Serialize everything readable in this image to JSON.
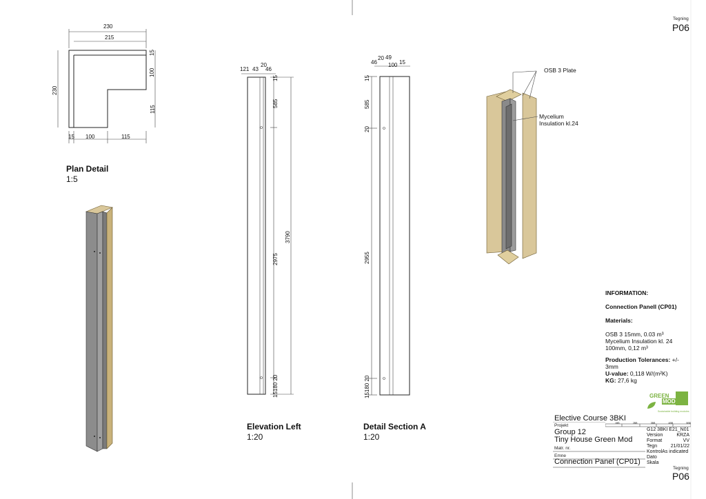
{
  "sheet": {
    "tegning_label": "Tegning",
    "tegning_value": "P06"
  },
  "views": {
    "plan": {
      "title": "Plan Detail",
      "scale": "1:5",
      "dims": {
        "top_outer": "230",
        "top_inner": "215",
        "left_total": "230",
        "right_a": "15",
        "right_b": "100",
        "right_c": "115",
        "bottom_a": "15",
        "bottom_b": "100",
        "bottom_c": "115"
      }
    },
    "elevation": {
      "title": "Elevation Left",
      "scale": "1:20",
      "dims": {
        "top_121": "121",
        "top_43": "43",
        "top_20": "20",
        "top_46": "46",
        "v_15": "15",
        "v_585": "585",
        "v_2975": "2975",
        "v_3790": "3790",
        "v_bottom": "15180 20"
      }
    },
    "section": {
      "title": "Detail Section A",
      "scale": "1:20",
      "dims": {
        "top_46": "46",
        "top_20": "20",
        "top_49": "49",
        "top_100": "100",
        "top_15": "15",
        "v_15": "15",
        "v_585": "585",
        "v_20": "20",
        "v_2955": "2955",
        "v_bottom": "15180 20"
      }
    },
    "iso": {
      "label_osb": "OSB 3 Plate",
      "label_mycelium_1": "Mycelium",
      "label_mycelium_2": "Insulation kl.24"
    }
  },
  "information": {
    "heading": "INFORMATION:",
    "panel": "Connection Panell (CP01)",
    "materials_heading": "Materials:",
    "mat_line1": "OSB 3 15mm, 0.03 m³",
    "mat_line2": "Mycelium Insulation kl. 24",
    "mat_line3": "100mm, 0,12 m³",
    "tol_label": "Production Tolerances:",
    "tol_value": " +/-",
    "tol_value2": "3mm",
    "u_label": "U-value:",
    "u_value": " 0,118 W/(m²K)",
    "kg_label": "KG:",
    "kg_value": " 27,6 kg"
  },
  "titleblock": {
    "logo_line1": "GREEN",
    "logo_line2": "MOD",
    "logo_tagline": "Sustainable building modules",
    "course": "Elective Course 3BKI",
    "scale_ticks": [
      "1BB",
      "2BB",
      "3BB",
      "4BB",
      "5BB"
    ],
    "projekt_label": "Projekt",
    "group": "Group 12",
    "project_name": "Tiny House Green Mod",
    "matr_label": "Matr. nr.",
    "emne_label": "Emne",
    "subject": "Connection Panel (CP01)",
    "code": "G12 3BKI E21_N01",
    "fields": [
      {
        "k": "Version",
        "v": "KRZA"
      },
      {
        "k": "Format",
        "v": "VV"
      },
      {
        "k": "Tegn",
        "v": "21/01/22"
      },
      {
        "k": "KontrolAs indicated",
        "v": ""
      },
      {
        "k": "Dato",
        "v": ""
      },
      {
        "k": "Skala",
        "v": ""
      }
    ],
    "tegning_label": "Tegning",
    "tegning_value": "P06"
  },
  "colors": {
    "osb": "#d9c79a",
    "osb_dark": "#b8a16c",
    "insulation": "#8a8a8a",
    "logo_green": "#7cb342"
  }
}
